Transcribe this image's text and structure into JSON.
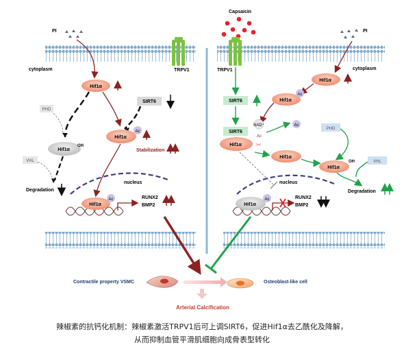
{
  "left_panel": {
    "pi_label": "PI",
    "cytoplasm_label": "cytoplasm",
    "trpv1_label": "TRPV1",
    "hif1a_top": "Hif1α",
    "sirt6_label": "SIRT6",
    "phd_label": "PHD",
    "hif1a_oh": "Hif1α",
    "oh_label": "OH",
    "hif1a_ac": "Hif1α",
    "ac_label": "Ac",
    "stabilization_label": "Stabilization",
    "vhl_label": "VHL",
    "degradation_label": "Degradation",
    "nucleus_label": "nucleus",
    "hif1a_nuclear": "Hif1α",
    "runx2_label": "RUNX2",
    "bmp2_label": "BMP2"
  },
  "right_panel": {
    "capsaicin_label": "Capsaicin",
    "pi_label": "PI",
    "trpv1_label": "TRPV1",
    "cytoplasm_label": "cytoplasm",
    "hif1a_top": "Hif1α",
    "hif1a_ac": "Hif1α",
    "ac_label": "Ac",
    "sirt6_label": "SIRT6",
    "nad_label": "NAD⁺",
    "ac_free_label": "Ac",
    "sirt6_complex": "SIRT6",
    "hif1a_complex": "Hif1α",
    "ac_complex": "Ac",
    "phd_label": "PHD",
    "hif1a_deacetylated": "Hif1α",
    "hif1a_oh": "Hif1α",
    "oh_label": "OH",
    "vhl_label": "VHL",
    "nucleus_label": "nucleus",
    "degradation_label": "Degradation",
    "hif1a_nuclear": "Hif1α",
    "nuclear_ac": "Ac",
    "runx2_label": "RUNX2",
    "bmp2_label": "BMP2"
  },
  "bottom": {
    "contractile_label": "Contractile property VSMC",
    "osteoblast_label": "Osteoblast-like cell",
    "calcification_label": "Arterial Calcification"
  },
  "caption": {
    "line1": "辣椒素的抗钙化机制：辣椒素激活TRPV1后可上调SIRT6，促进Hif1α去乙酰化及降解，",
    "line2": "从而抑制血管平滑肌细胞向成骨表型转化"
  },
  "colors": {
    "membrane": "#8fb8d8",
    "hif_fill": "#f4a58a",
    "dark_red": "#8b2323",
    "green": "#1fa34a",
    "sirt6_gray": "#d9d9d9",
    "sirt6_green": "#c6ecd0",
    "capsaicin_red": "#e8202a",
    "phd_blue": "#cfe0f3"
  }
}
